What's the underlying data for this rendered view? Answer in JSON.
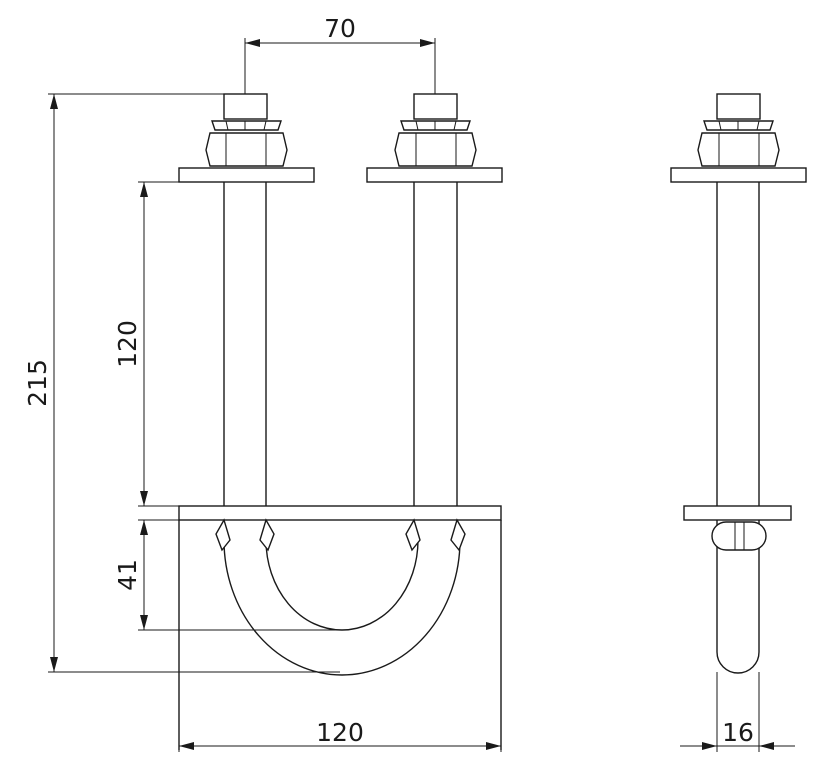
{
  "dimensions": {
    "bolt_spacing": "70",
    "total_height": "215",
    "thread_length": "120",
    "hook_depth": "41",
    "plate_width": "120",
    "side_thickness": "16"
  },
  "colors": {
    "line": "#1a1a1a",
    "background": "#ffffff"
  }
}
